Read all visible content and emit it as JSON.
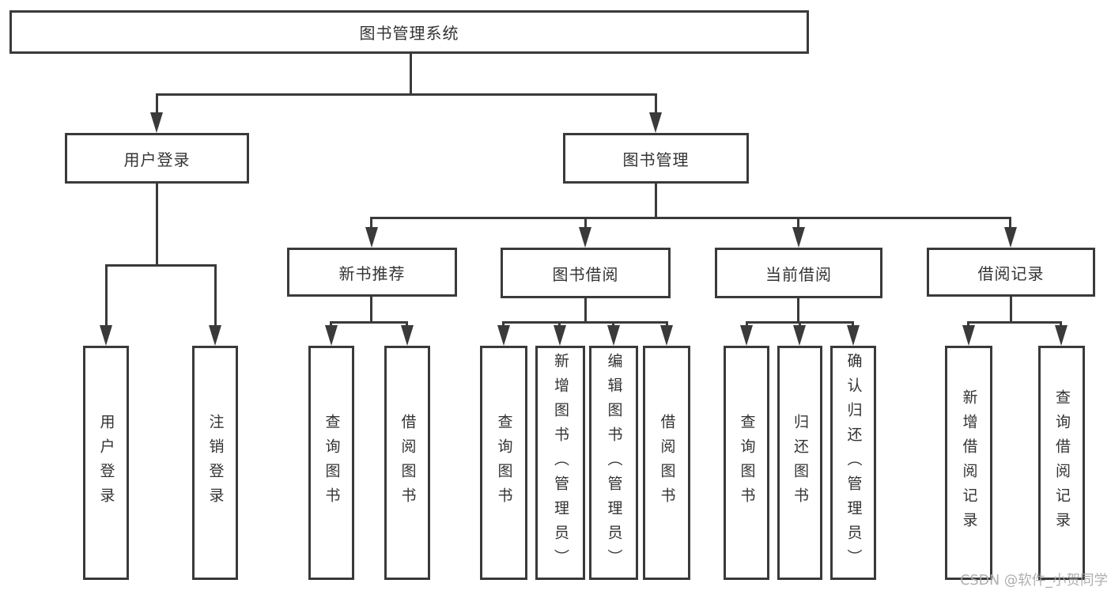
{
  "diagram": {
    "root": {
      "label": "图书管理系统"
    },
    "l2": {
      "user_login": {
        "label": "用户登录"
      },
      "book_mgmt": {
        "label": "图书管理"
      }
    },
    "l3": {
      "new_books": {
        "label": "新书推荐"
      },
      "book_borrow": {
        "label": "图书借阅"
      },
      "current_borrow": {
        "label": "当前借阅"
      },
      "borrow_records": {
        "label": "借阅记录"
      }
    },
    "leaves": {
      "user_login": {
        "label": "用户登录"
      },
      "logout": {
        "label": "注销登录"
      },
      "nb_query": {
        "label": "查询图书"
      },
      "nb_borrow": {
        "label": "借阅图书"
      },
      "bb_query": {
        "label": "查询图书"
      },
      "bb_add": {
        "label": "新增图书（管理员）"
      },
      "bb_edit": {
        "label": "编辑图书（管理员）"
      },
      "bb_borrow": {
        "label": "借阅图书"
      },
      "cb_query": {
        "label": "查询图书"
      },
      "cb_return": {
        "label": "归还图书"
      },
      "cb_confirm": {
        "label": "确认归还（管理员）"
      },
      "br_add": {
        "label": "新增借阅记录"
      },
      "br_query": {
        "label": "查询借阅记录"
      }
    },
    "colors": {
      "line": "#3a3a3a",
      "text": "#333333",
      "background": "#ffffff",
      "watermark": "#a8a8a8"
    }
  },
  "watermark": {
    "text": "CSDN @软件_小贺同学"
  }
}
